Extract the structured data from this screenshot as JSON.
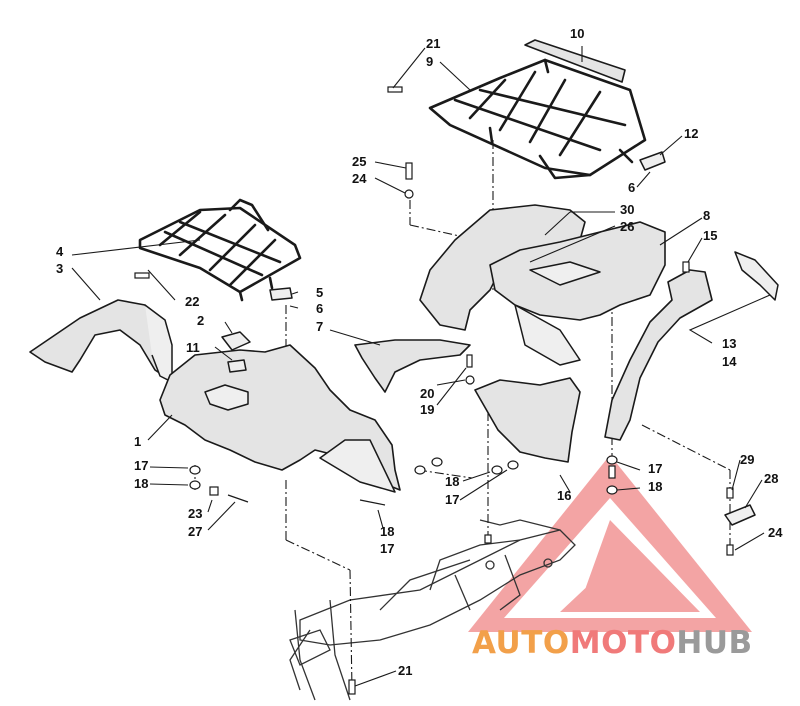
{
  "diagram": {
    "callouts": {
      "c1": "1",
      "c2": "2",
      "c3": "3",
      "c4": "4",
      "c5": "5",
      "c6a": "6",
      "c6b": "6",
      "c7": "7",
      "c8": "8",
      "c9": "9",
      "c10": "10",
      "c11": "11",
      "c12": "12",
      "c13": "13",
      "c14": "14",
      "c15": "15",
      "c16": "16",
      "c17a": "17",
      "c17b": "17",
      "c17c": "17",
      "c17d": "17",
      "c18a": "18",
      "c18b": "18",
      "c18c": "18",
      "c18d": "18",
      "c19": "19",
      "c20": "20",
      "c21a": "21",
      "c21b": "21",
      "c22": "22",
      "c23": "23",
      "c24a": "24",
      "c24b": "24",
      "c25": "25",
      "c26": "26",
      "c27": "27",
      "c28": "28",
      "c29": "29",
      "c30": "30"
    }
  },
  "watermark": {
    "part1": "AUTO",
    "part2": "MOTO",
    "part3": "HUB",
    "color_primary": "#f2a04a",
    "color_secondary": "#f07a7a",
    "color_tertiary": "#9a9a9a"
  }
}
